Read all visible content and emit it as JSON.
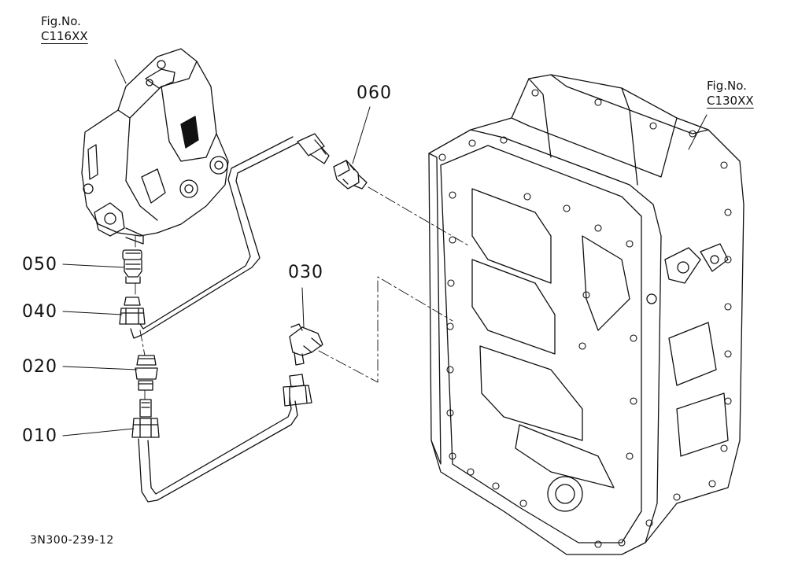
{
  "figure_refs": {
    "top_left": {
      "label": "Fig.No.",
      "code": "C116XX"
    },
    "top_right": {
      "label": "Fig.No.",
      "code": "C130XX"
    }
  },
  "callouts": {
    "p010": "010",
    "p020": "020",
    "p030": "030",
    "p040": "040",
    "p050": "050",
    "p060": "060"
  },
  "drawing_id": "3N300-239-12"
}
